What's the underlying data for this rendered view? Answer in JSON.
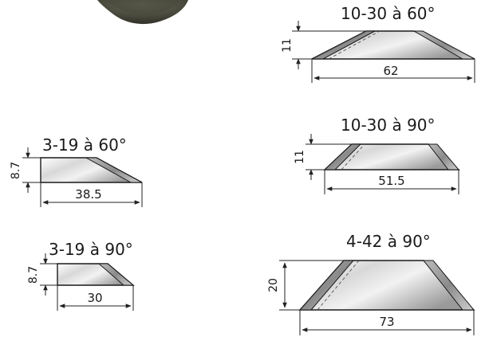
{
  "blades": [
    {
      "id": "10-30-60",
      "title": "10-30 à 60°",
      "height": "11",
      "width": "62"
    },
    {
      "id": "3-19-60",
      "title": "3-19 à 60°",
      "height": "8.7",
      "width": "38.5"
    },
    {
      "id": "10-30-90",
      "title": "10-30 à 90°",
      "height": "11",
      "width": "51.5"
    },
    {
      "id": "3-19-90",
      "title": "3-19 à 90°",
      "height": "8.7",
      "width": "30"
    },
    {
      "id": "4-42-90",
      "title": "4-42 à 90°",
      "height": "20",
      "width": "73"
    }
  ],
  "colors": {
    "blade_light": "#f4f4f4",
    "blade_mid": "#c9c9c9",
    "blade_dark": "#8d8d8d",
    "line": "#1a1a1a"
  }
}
